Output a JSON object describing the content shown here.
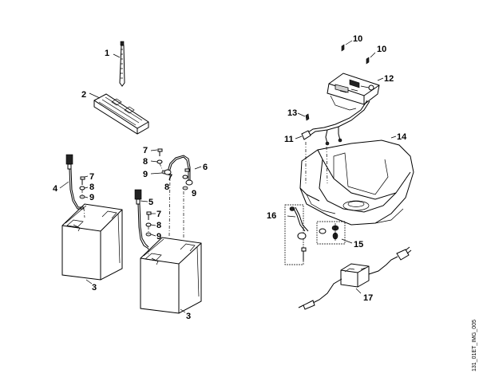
{
  "diagram": {
    "image_code": "131_01ET_IMG_005",
    "callouts": {
      "n1": "1",
      "n2": "2",
      "n3a": "3",
      "n3b": "3",
      "n4": "4",
      "n5": "5",
      "n6": "6",
      "n7a": "7",
      "n7b": "7",
      "n7c": "7",
      "n7d": "7",
      "n8a": "8",
      "n8b": "8",
      "n8c": "8",
      "n8d": "8",
      "n9a": "9",
      "n9b": "9",
      "n9c": "9",
      "n9d": "9",
      "n10a": "10",
      "n10b": "10",
      "n11": "11",
      "n12": "12",
      "n13": "13",
      "n14": "14",
      "n15": "15",
      "n16": "16",
      "n17": "17"
    }
  }
}
